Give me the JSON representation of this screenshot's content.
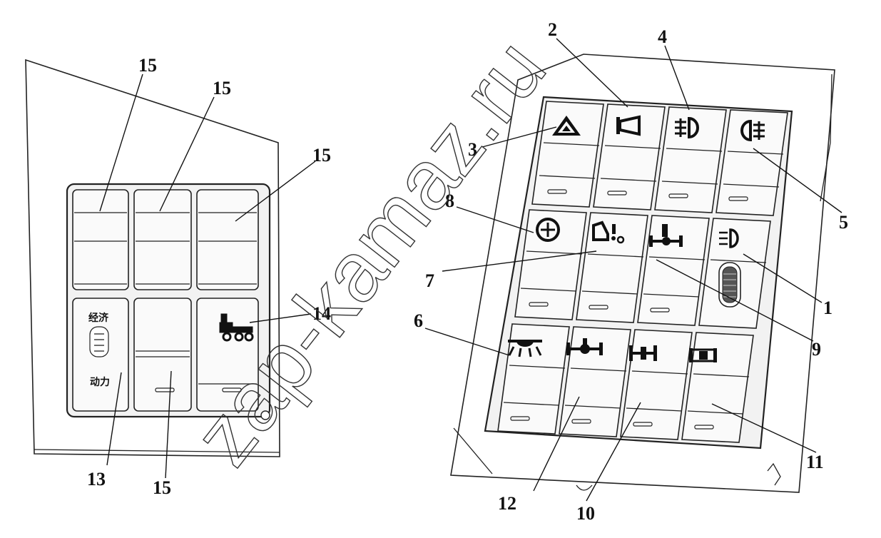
{
  "watermark": "zap-kamaz.ru",
  "callouts": {
    "c1": "1",
    "c2": "2",
    "c3": "3",
    "c4": "4",
    "c5": "5",
    "c6": "6",
    "c7": "7",
    "c8": "8",
    "c9": "9",
    "c10": "10",
    "c11": "11",
    "c12": "12",
    "c13": "13",
    "c14": "14",
    "c15a": "15",
    "c15b": "15",
    "c15c": "15",
    "c15d": "15"
  },
  "mode_switch": {
    "top_label": "经济",
    "bottom_label": "动力"
  },
  "icons": {
    "k1": "hazard-warning-icon",
    "k2": "horn-icon",
    "k3": "front-fog-light-icon",
    "k4": "rear-fog-light-icon",
    "k5": "differential-lock-icon",
    "k6": "cab-tilt-icon",
    "k7": "inter-axle-lock-icon",
    "k8": "headlight-leveling-icon",
    "k9": "work-light-icon",
    "k10": "axle-lock-icon",
    "k11": "single-axle-lock-icon",
    "k12": "rear-axle-lock-icon",
    "k13": "tractor-trailer-icon"
  }
}
